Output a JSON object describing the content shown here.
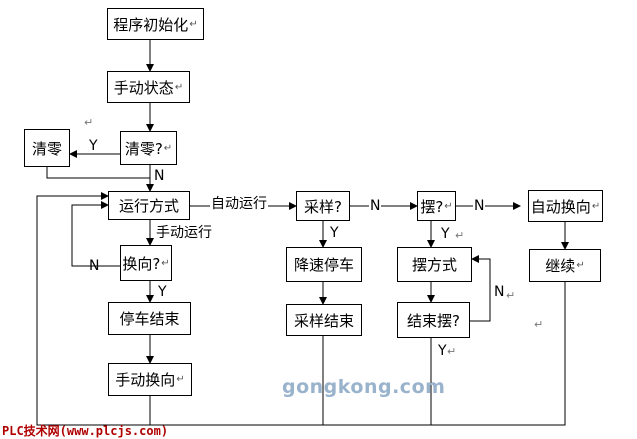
{
  "boxes": {
    "init": "程序初始化",
    "manual_state": "手动状态",
    "clear_q": "清零?",
    "clear": "清零",
    "run_mode": "运行方式",
    "reverse_q": "换向?",
    "stop_end": "停车结束",
    "manual_reverse": "手动换向",
    "sample_q": "采样?",
    "slow_stop": "降速停车",
    "sample_end": "采样结束",
    "swing_q": "摆?",
    "swing_mode": "摆方式",
    "end_swing_q": "结束摆?",
    "auto_reverse": "自动换向",
    "continue": "继续"
  },
  "labels": {
    "clear_yes": "Y",
    "clear_no": "N",
    "auto_run": "自动运行",
    "manual_run": "手动运行",
    "reverse_no": "N",
    "reverse_yes": "Y",
    "sample_yes": "Y",
    "sample_no": "N",
    "swing_yes": "Y",
    "swing_no": "N",
    "end_swing_no": "N",
    "end_swing_yes": "Y"
  },
  "watermark": "gongkong.com",
  "source": "PLC技术网(www.plcjs.com)",
  "colors": {
    "line": "#000000",
    "watermark": "#9ab3cc",
    "source": "#b00000"
  }
}
